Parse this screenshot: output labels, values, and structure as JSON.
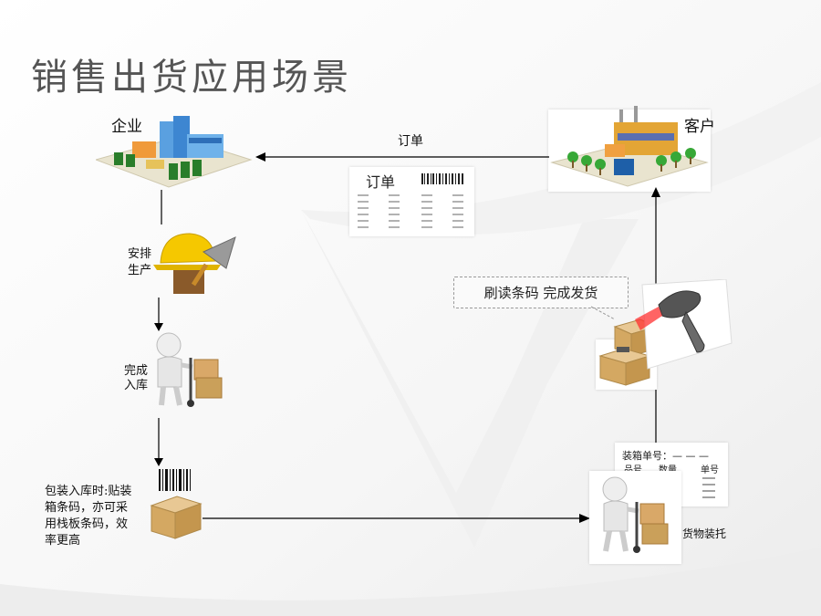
{
  "title": "销售出货应用场景",
  "nodes": {
    "enterprise": "企业",
    "customer": "客户"
  },
  "arrows": {
    "order_label": "订单"
  },
  "order_doc": {
    "title": "订单"
  },
  "steps": {
    "arrange_production": [
      "安排",
      "生产"
    ],
    "complete_storage": [
      "完成",
      "入库"
    ],
    "pack_storage": [
      "包装入库时:贴装",
      "箱条码，亦可采",
      "用栈板条码，效",
      "率更高"
    ],
    "palletize": "货物装托"
  },
  "callout": "刷读条码 完成发货",
  "packing_list": {
    "title": "装箱单号：— — —",
    "columns": [
      "品号",
      "数量",
      "单号"
    ]
  },
  "colors": {
    "title": "#555555",
    "arrow": "#000000",
    "helmet": "#f5c800"
  },
  "icons": [
    "factory-icon",
    "customer-building-icon",
    "helmet-trowel-icon",
    "worker-cart-icon",
    "barcode-box-icon",
    "barcode-scanner-icon"
  ]
}
